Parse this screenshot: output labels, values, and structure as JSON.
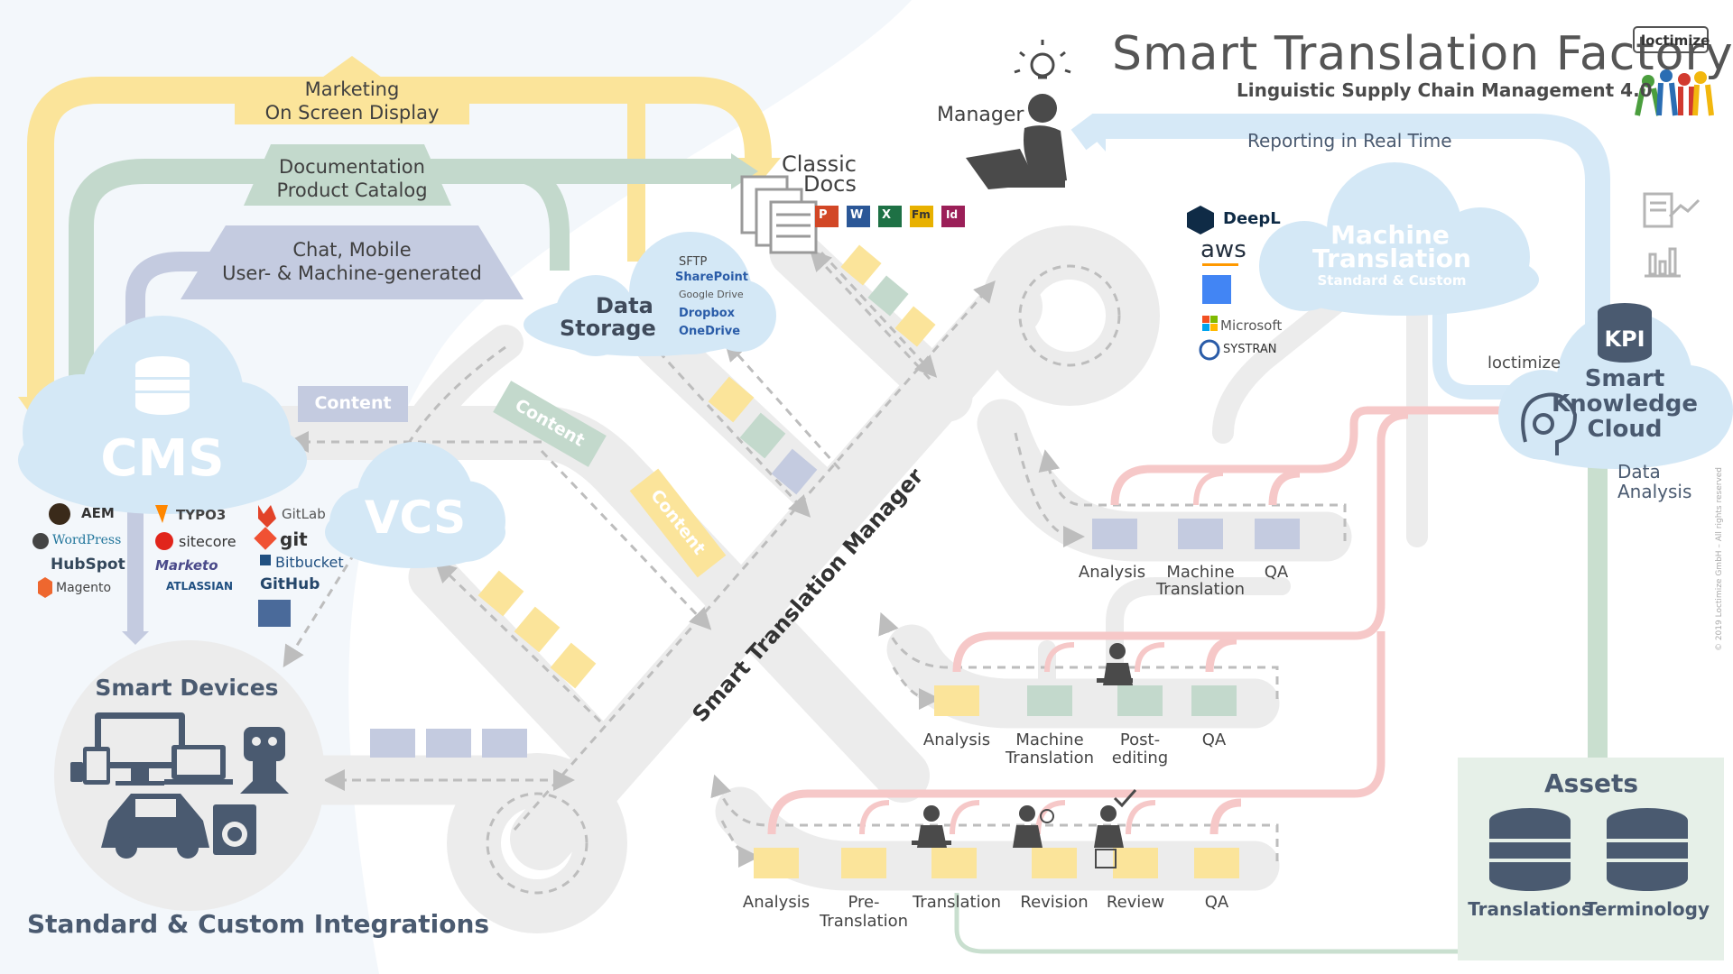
{
  "header": {
    "title": "Smart Translation Factory",
    "subtitle": "Linguistic  Supply Chain Management 4.0",
    "brand_badge": "loctimize"
  },
  "top_layers": {
    "marketing": [
      "Marketing",
      "On Screen Display"
    ],
    "documentation": [
      "Documentation",
      "Product Catalog"
    ],
    "chat": [
      "Chat, Mobile",
      "User- & Machine-generated"
    ]
  },
  "manager": {
    "label": "Manager",
    "reporting": "Reporting in Real Time"
  },
  "classic_docs": {
    "label": [
      "Classic",
      "Docs"
    ],
    "apps": [
      "P",
      "W",
      "X",
      "Fm",
      "Id"
    ]
  },
  "data_storage": {
    "label": [
      "Data",
      "Storage"
    ],
    "providers": [
      "SFTP",
      "SharePoint",
      "Google Drive",
      "Dropbox",
      "OneDrive"
    ]
  },
  "cms": {
    "label": "CMS",
    "systems_left": [
      "AEM",
      "WordPress",
      "HubSpot",
      "Magento"
    ],
    "systems_mid": [
      "TYPO3",
      "sitecore",
      "Marketo",
      "ATLASSIAN"
    ]
  },
  "vcs": {
    "label": "VCS",
    "systems": [
      "GitLab",
      "git",
      "Bitbucket",
      "GitHub"
    ]
  },
  "content_tags": [
    "Content",
    "Content",
    "Content"
  ],
  "smart_devices": {
    "label": "Smart Devices"
  },
  "footer_title": "Standard & Custom Integrations",
  "road_label": "Smart Translation Manager",
  "machine_translation": {
    "title": [
      "Machine",
      "Translation"
    ],
    "sub": "Standard & Custom",
    "engines": [
      "DeepL",
      "aws",
      "Microsoft",
      "SYSTRAN"
    ]
  },
  "kpi": "KPI",
  "knowledge_cloud": {
    "brand": "loctimize",
    "label": [
      "Smart",
      "Knowledge",
      "Cloud"
    ],
    "analysis": [
      "Data",
      "Analysis"
    ]
  },
  "lane1": {
    "steps": [
      [
        "Analysis"
      ],
      [
        "Machine",
        "Translation"
      ],
      [
        "QA"
      ]
    ]
  },
  "lane2": {
    "steps": [
      [
        "Analysis"
      ],
      [
        "Machine",
        "Translation"
      ],
      [
        "Post-",
        "editing"
      ],
      [
        "QA"
      ]
    ]
  },
  "lane3": {
    "steps": [
      [
        "Analysis"
      ],
      [
        "Pre-",
        "Translation"
      ],
      [
        "Translation"
      ],
      [
        "Revision"
      ],
      [
        "Review"
      ],
      [
        "QA"
      ]
    ]
  },
  "assets": {
    "label": "Assets",
    "items": [
      "Translations",
      "Terminology"
    ]
  },
  "copyright": "© 2019 Loctimize GmbH – All rights reserved",
  "colors": {
    "yellow": "#fbe49a",
    "green": "#c3d9cc",
    "lavender": "#c4cbe0",
    "road": "#ececec",
    "cloud": "#d4e8f6",
    "pink": "#f6c8c8",
    "navy": "#4a5a70"
  }
}
